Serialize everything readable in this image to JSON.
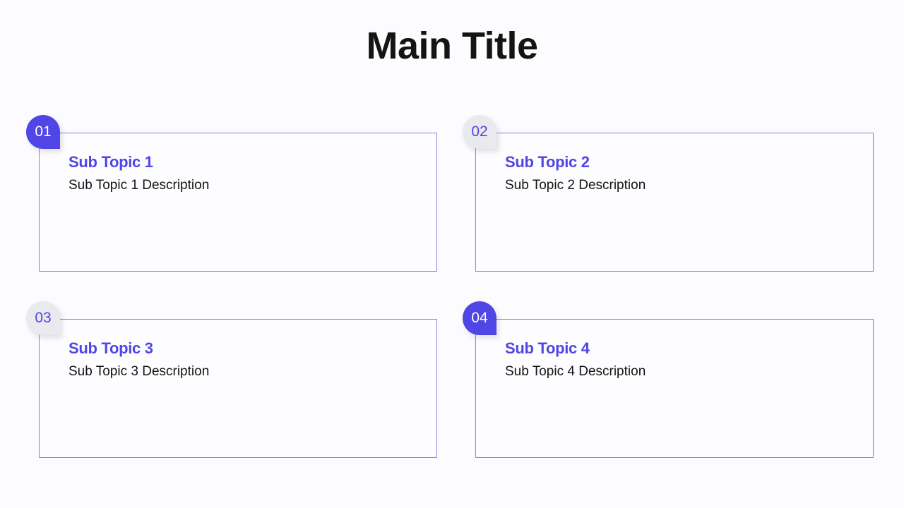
{
  "slide": {
    "title": "Main Title"
  },
  "colors": {
    "accent": "#4f46e5",
    "muted_badge": "#e9e9ee",
    "border": "#8a80e0",
    "text": "#141414"
  },
  "cards": [
    {
      "number": "01",
      "heading": "Sub Topic 1",
      "description": "Sub Topic 1 Description",
      "badge_style": "accent"
    },
    {
      "number": "02",
      "heading": "Sub Topic 2",
      "description": "Sub Topic 2 Description",
      "badge_style": "muted"
    },
    {
      "number": "03",
      "heading": "Sub Topic 3",
      "description": "Sub Topic 3 Description",
      "badge_style": "muted"
    },
    {
      "number": "04",
      "heading": "Sub Topic 4",
      "description": "Sub Topic 4 Description",
      "badge_style": "accent"
    }
  ]
}
